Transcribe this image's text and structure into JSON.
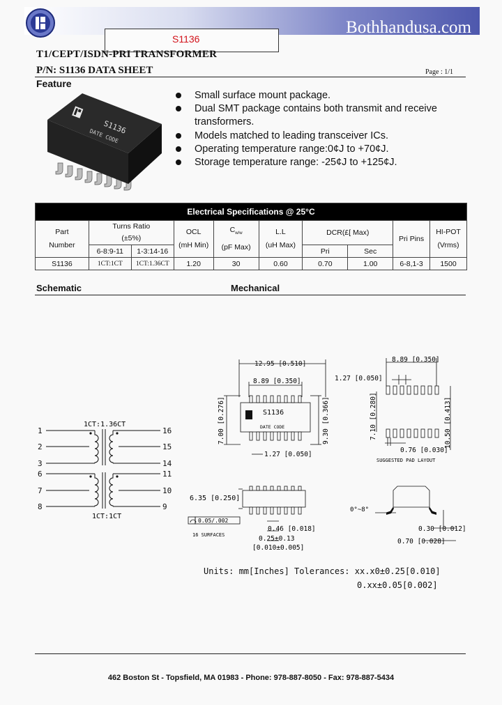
{
  "header": {
    "site": "Bothhandusa.com",
    "part_box": "S1136",
    "title_line1": "T1/CEPT/ISDN-PRI TRANSFORMER",
    "title_line2": "P/N: S1136 DATA SHEET",
    "page": "Page : 1/1"
  },
  "feature": {
    "heading": "Feature",
    "chip_label": "S1136",
    "chip_date": "DATE CODE",
    "bullets": [
      "Small surface mount package.",
      "Dual SMT package contains both transmit and receive",
      "transformers.",
      "Models matched to leading transceiver ICs.",
      "Operating temperature range:0¢J to +70¢J.",
      "Storage temperature range: -25¢J to +125¢J."
    ]
  },
  "spec_table": {
    "title": "Electrical Specifications @ 25°C",
    "part": "Part",
    "number": "Number",
    "turns": "Turns Ratio",
    "turns_tol": "(±5%)",
    "turns_a": "6-8:9-11",
    "turns_b": "1-3:14-16",
    "ocl": "OCL",
    "ocl_unit": "(mH Min)",
    "cww": "C",
    "cww_sub": "w/w",
    "cww_unit": "(pF Max)",
    "ll": "L.L",
    "ll_unit": "(uH Max)",
    "dcr": "DCR(£[  Max)",
    "pri": "Pri",
    "sec": "Sec",
    "pripins": "Pri Pins",
    "hipot": "HI-POT",
    "hipot_unit": "(Vrms)",
    "row": [
      "S1136",
      "1CT:1CT",
      "1CT:1.36CT",
      "1.20",
      "30",
      "0.60",
      "0.70",
      "1.00",
      "6-8,1-3",
      "1500"
    ]
  },
  "sections": {
    "schematic": "Schematic",
    "mechanical": "Mechanical"
  },
  "schematic": {
    "top_ratio": "1CT:1.36CT",
    "bottom_ratio": "1CT:1CT",
    "left_pins": [
      "1",
      "2",
      "3",
      "6",
      "7",
      "8"
    ],
    "right_pins": [
      "16",
      "15",
      "14",
      "11",
      "10",
      "9"
    ]
  },
  "mechanical": {
    "d_top": "12.95 [0.510]",
    "d_pitch": "8.89 [0.350]",
    "d_left": "7.00 [0.276]",
    "d_right": "9.30 [0.366]",
    "d_bottom": "1.27 [0.050]",
    "chip_text": "S1136",
    "chip_date": "DATE CODE",
    "pad_top": "8.89 [0.350]",
    "pad_pitch": "1.27 [0.050]",
    "pad_left": "7.10 [0.280]",
    "pad_right": "10.50 [0.413]",
    "pad_w": "0.76 [0.030]",
    "pad_caption": "SUGGESTED PAD LAYOUT",
    "side_h": "6.35 [0.250]",
    "flatness": "0.05/.002",
    "surfaces": "16 SURFACES",
    "lead_w": "0.46 [0.018]",
    "lead_t1": "0.25±0.13",
    "lead_t2": "[0.010±0.005]",
    "angle": "0°~8°",
    "foot1": "0.30 [0.012]",
    "foot2": "0.70 [0.028]",
    "units": "Units: mm[Inches]  Tolerances: xx.x0±0.25[0.010]",
    "units2": "0.xx±0.05[0.002]"
  },
  "footer": "462 Boston St - Topsfield, MA 01983 - Phone: 978-887-8050 - Fax: 978-887-5434"
}
